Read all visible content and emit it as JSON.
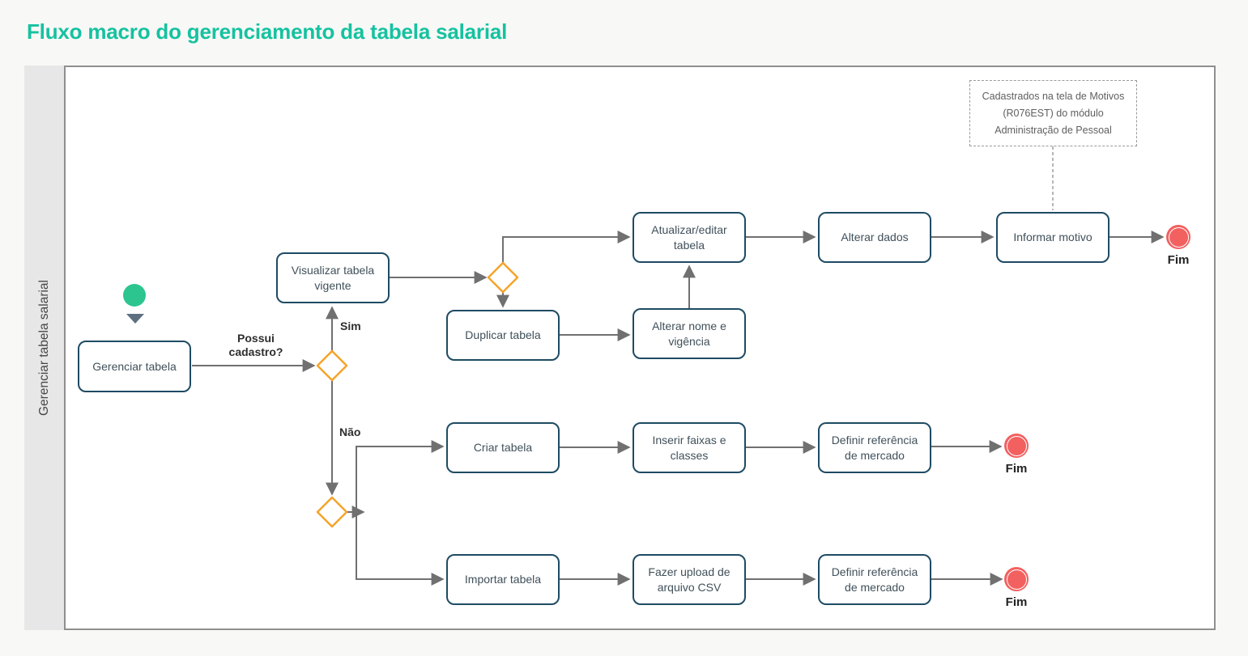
{
  "page": {
    "title": "Fluxo macro do gerenciamento da tabela salarial"
  },
  "lane": {
    "label": "Gerenciar tabela salarial"
  },
  "nodes": {
    "start_event": {
      "type": "start"
    },
    "tasks": [
      {
        "id": "gerenciar-tabela",
        "label": "Gerenciar tabela"
      },
      {
        "id": "visualizar-tabela-vigente",
        "label": "Visualizar tabela vigente"
      },
      {
        "id": "duplicar-tabela",
        "label": "Duplicar tabela"
      },
      {
        "id": "atualizar-editar-tabela",
        "label": "Atualizar/editar tabela"
      },
      {
        "id": "alterar-nome-vigencia",
        "label": "Alterar nome e vigência"
      },
      {
        "id": "alterar-dados",
        "label": "Alterar dados"
      },
      {
        "id": "informar-motivo",
        "label": "Informar motivo"
      },
      {
        "id": "criar-tabela",
        "label": "Criar tabela"
      },
      {
        "id": "inserir-faixas-classes",
        "label": "Inserir faixas e classes"
      },
      {
        "id": "definir-referencia-mercado-1",
        "label": "Definir referência de mercado"
      },
      {
        "id": "importar-tabela",
        "label": "Importar tabela"
      },
      {
        "id": "fazer-upload-csv",
        "label": "Fazer upload de arquivo CSV"
      },
      {
        "id": "definir-referencia-mercado-2",
        "label": "Definir referência de mercado"
      }
    ],
    "gateways": 3,
    "end_events": [
      {
        "label": "Fim"
      },
      {
        "label": "Fim"
      },
      {
        "label": "Fim"
      }
    ]
  },
  "edge_labels": {
    "question": "Possui cadastro?",
    "yes": "Sim",
    "no": "Não"
  },
  "annotation": {
    "lines": [
      "Cadastrados na tela de Motivos",
      "(R076EST) do módulo",
      "Administração de Pessoal"
    ]
  },
  "colors": {
    "title": "#15c2a0",
    "task_border": "#1e4b63",
    "task_text": "#40505a",
    "connector": "#707070",
    "gateway_border": "#f5a42a",
    "start_event_fill": "#2cc58f",
    "end_event_fill": "#f26060",
    "lane_background": "#e7e7e7"
  }
}
